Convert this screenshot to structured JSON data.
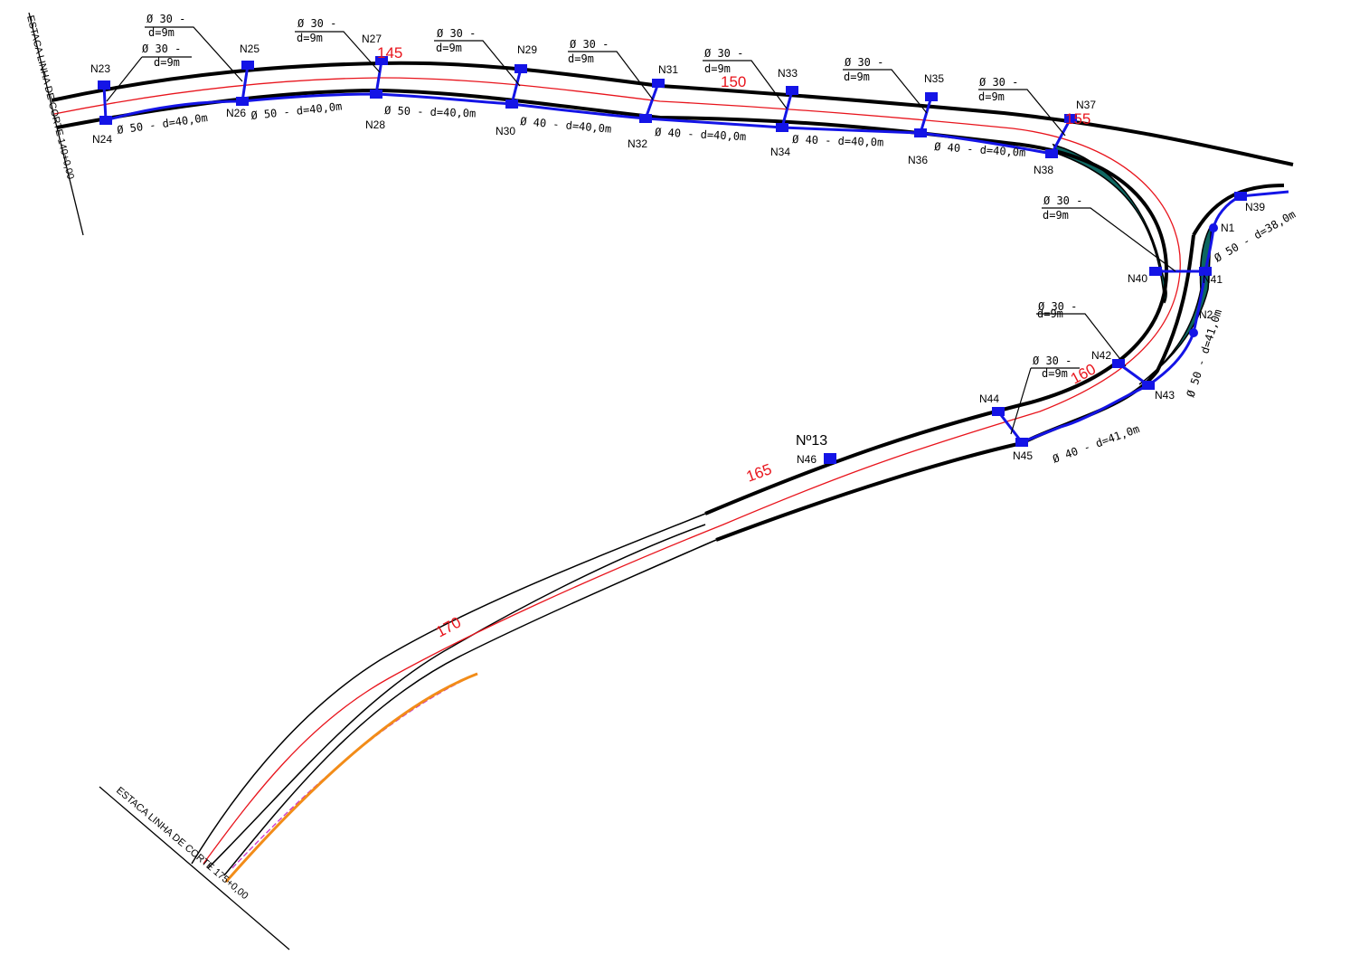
{
  "colors": {
    "road": "#000000",
    "centerline": "#e8141c",
    "drainage": "#1414e6",
    "slope_fill": "#0d6660",
    "orange": "#f28c18",
    "magenta": "#cc33cc"
  },
  "edge_labels": {
    "start": "ESTACA LINHA DE CORTE 140+0,00",
    "end": "ESTACA LINHA DE CORTE 175+0,00"
  },
  "stations": [
    "145",
    "150",
    "155",
    "160",
    "165",
    "170"
  ],
  "marker": "Nº13",
  "nodes": [
    "N23",
    "N24",
    "N25",
    "N26",
    "N27",
    "N28",
    "N29",
    "N30",
    "N31",
    "N32",
    "N33",
    "N34",
    "N35",
    "N36",
    "N37",
    "N38",
    "N39",
    "N1",
    "N40",
    "N41",
    "N2",
    "N42",
    "N43",
    "N44",
    "N45",
    "N46"
  ],
  "inlet": {
    "dia": "Ø 30 -",
    "len": "d=9m"
  },
  "pipes": [
    "Ø 50 - d=40,0m",
    "Ø 50 - d=40,0m",
    "Ø 50 - d=40,0m",
    "Ø 40 - d=40,0m",
    "Ø 40 - d=40,0m",
    "Ø 40 - d=40,0m",
    "Ø 40 - d=40,0m",
    "Ø 50 - d=38,0m",
    "Ø 50 - d=41,0m",
    "Ø 40 - d=41,0m"
  ]
}
